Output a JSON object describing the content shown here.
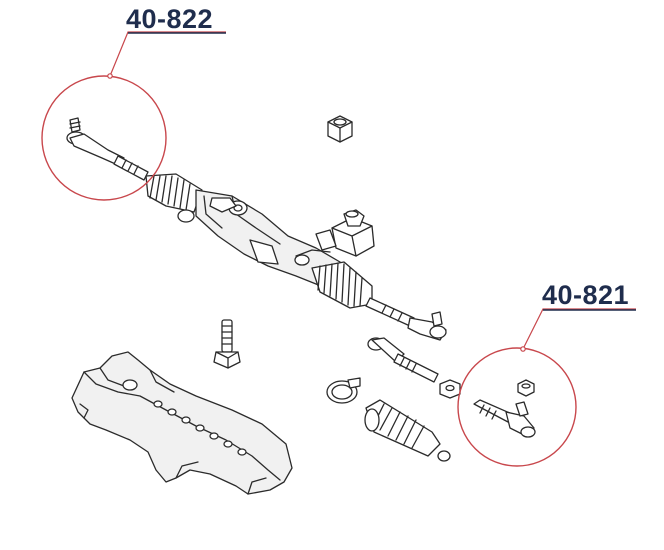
{
  "diagram": {
    "callouts": [
      {
        "id": "outer-left",
        "label": "40-822"
      },
      {
        "id": "outer-right",
        "label": "40-821"
      }
    ]
  },
  "colors": {
    "label_text": "#1f2d4d",
    "callout_circle": "#c8474c",
    "leader_line": "#c8474c",
    "underline": "#1f2d4d",
    "drawing": "#2b2b2b"
  }
}
